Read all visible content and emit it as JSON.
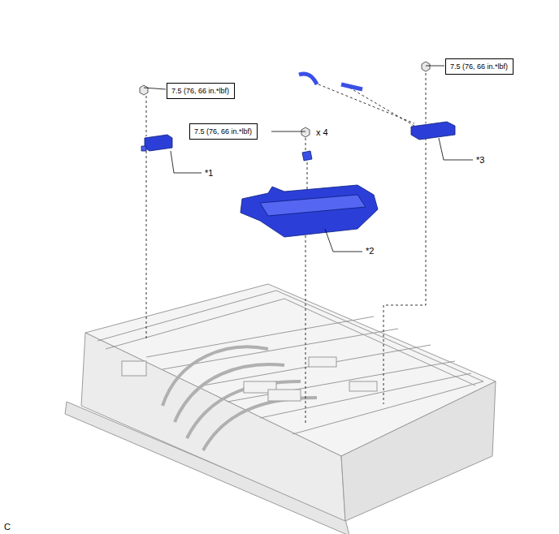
{
  "diagram": {
    "nodes": [
      {
        "text": [
          "7.5 (76, 66 in.*lbf)"
        ]
      },
      {
        "text": [
          "7.5 (76, 66 in.*lbf)"
        ]
      },
      {
        "text": [
          "7.5 (76, 66 in.*lbf)"
        ]
      }
    ],
    "labels": [
      "x 4",
      "*3",
      "*1",
      "*2",
      "C"
    ]
  }
}
